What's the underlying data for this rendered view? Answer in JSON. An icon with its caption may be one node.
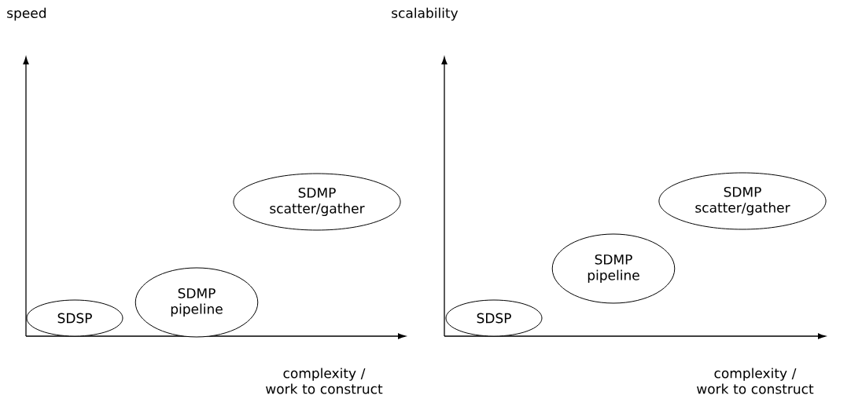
{
  "diagram": {
    "nodes": [
      {
        "text": [
          "SDSP"
        ]
      },
      {
        "text": [
          "SDMP pipeline"
        ]
      },
      {
        "text": [
          "SDMP scatter/gather"
        ]
      },
      {
        "text": [
          "SDSP"
        ]
      },
      {
        "text": [
          "SDMP pipeline"
        ]
      },
      {
        "text": [
          "SDMP scatter/gather"
        ]
      }
    ],
    "edges": [],
    "labels": [
      "speed",
      "complexity / work to construct",
      "scalability",
      "complexity / work to construct"
    ]
  }
}
